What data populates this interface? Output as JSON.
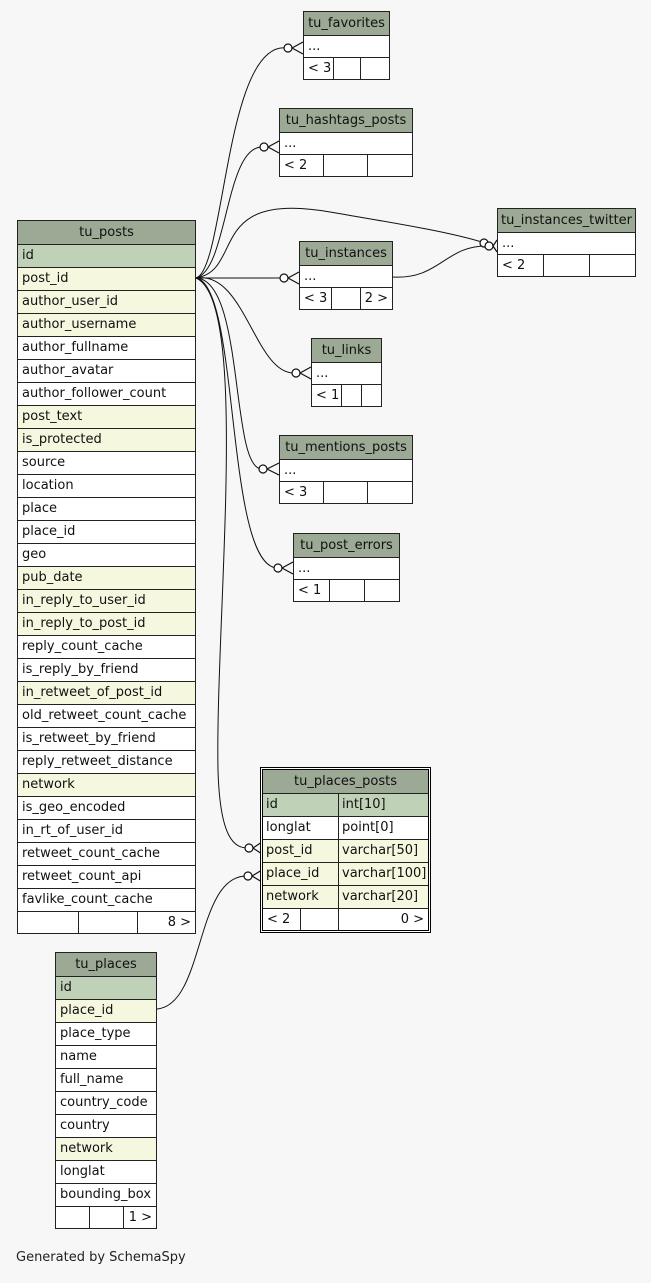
{
  "tables": {
    "tu_posts": {
      "title": "tu_posts",
      "columns": [
        {
          "name": "id",
          "kind": "pk"
        },
        {
          "name": "post_id",
          "kind": "idx"
        },
        {
          "name": "author_user_id",
          "kind": "idx"
        },
        {
          "name": "author_username",
          "kind": "idx"
        },
        {
          "name": "author_fullname",
          "kind": "plain"
        },
        {
          "name": "author_avatar",
          "kind": "plain"
        },
        {
          "name": "author_follower_count",
          "kind": "plain"
        },
        {
          "name": "post_text",
          "kind": "idx"
        },
        {
          "name": "is_protected",
          "kind": "idx"
        },
        {
          "name": "source",
          "kind": "plain"
        },
        {
          "name": "location",
          "kind": "plain"
        },
        {
          "name": "place",
          "kind": "plain"
        },
        {
          "name": "place_id",
          "kind": "plain"
        },
        {
          "name": "geo",
          "kind": "plain"
        },
        {
          "name": "pub_date",
          "kind": "idx"
        },
        {
          "name": "in_reply_to_user_id",
          "kind": "idx"
        },
        {
          "name": "in_reply_to_post_id",
          "kind": "idx"
        },
        {
          "name": "reply_count_cache",
          "kind": "plain"
        },
        {
          "name": "is_reply_by_friend",
          "kind": "plain"
        },
        {
          "name": "in_retweet_of_post_id",
          "kind": "idx"
        },
        {
          "name": "old_retweet_count_cache",
          "kind": "plain"
        },
        {
          "name": "is_retweet_by_friend",
          "kind": "plain"
        },
        {
          "name": "reply_retweet_distance",
          "kind": "plain"
        },
        {
          "name": "network",
          "kind": "idx"
        },
        {
          "name": "is_geo_encoded",
          "kind": "plain"
        },
        {
          "name": "in_rt_of_user_id",
          "kind": "plain"
        },
        {
          "name": "retweet_count_cache",
          "kind": "plain"
        },
        {
          "name": "retweet_count_api",
          "kind": "plain"
        },
        {
          "name": "favlike_count_cache",
          "kind": "plain"
        }
      ],
      "footer": [
        "",
        "",
        "8 >"
      ]
    },
    "tu_places": {
      "title": "tu_places",
      "columns": [
        {
          "name": "id",
          "kind": "pk"
        },
        {
          "name": "place_id",
          "kind": "idx"
        },
        {
          "name": "place_type",
          "kind": "plain"
        },
        {
          "name": "name",
          "kind": "plain"
        },
        {
          "name": "full_name",
          "kind": "plain"
        },
        {
          "name": "country_code",
          "kind": "plain"
        },
        {
          "name": "country",
          "kind": "plain"
        },
        {
          "name": "network",
          "kind": "idx"
        },
        {
          "name": "longlat",
          "kind": "plain"
        },
        {
          "name": "bounding_box",
          "kind": "plain"
        }
      ],
      "footer": [
        "",
        "",
        "1 >"
      ]
    },
    "tu_places_posts": {
      "title": "tu_places_posts",
      "columns": [
        {
          "name": "id",
          "type": "int[10]",
          "kind": "pk"
        },
        {
          "name": "longlat",
          "type": "point[0]",
          "kind": "plain"
        },
        {
          "name": "post_id",
          "type": "varchar[50]",
          "kind": "idx"
        },
        {
          "name": "place_id",
          "type": "varchar[100]",
          "kind": "idx"
        },
        {
          "name": "network",
          "type": "varchar[20]",
          "kind": "idx"
        }
      ],
      "footer": [
        "< 2",
        "",
        "0 >"
      ]
    },
    "tu_favorites": {
      "title": "tu_favorites",
      "more": "...",
      "footer": [
        "< 3",
        "",
        ""
      ]
    },
    "tu_hashtags_posts": {
      "title": "tu_hashtags_posts",
      "more": "...",
      "footer": [
        "< 2",
        "",
        ""
      ]
    },
    "tu_instances_twitter": {
      "title": "tu_instances_twitter",
      "more": "...",
      "footer": [
        "< 2",
        "",
        ""
      ]
    },
    "tu_instances": {
      "title": "tu_instances",
      "more": "...",
      "footer": [
        "< 3",
        "",
        "2 >"
      ]
    },
    "tu_links": {
      "title": "tu_links",
      "more": "...",
      "footer": [
        "< 1",
        "",
        ""
      ]
    },
    "tu_mentions_posts": {
      "title": "tu_mentions_posts",
      "more": "...",
      "footer": [
        "< 3",
        "",
        ""
      ]
    },
    "tu_post_errors": {
      "title": "tu_post_errors",
      "more": "...",
      "footer": [
        "< 1",
        "",
        ""
      ]
    }
  },
  "colors": {
    "header": "#9ba995",
    "primary_key": "#bfd2b7",
    "indexed": "#f5f7df",
    "background": "#f7f7f7"
  },
  "footer_note": "Generated by SchemaSpy"
}
